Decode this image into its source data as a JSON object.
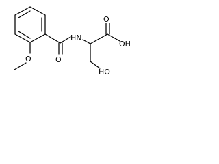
{
  "structure": {
    "atoms": {
      "nh": "HN",
      "carbonyl_o": "O",
      "methoxy_o": "O",
      "acid_oh": "OH",
      "acid_o": "O",
      "alcohol_oh": "HO"
    }
  }
}
